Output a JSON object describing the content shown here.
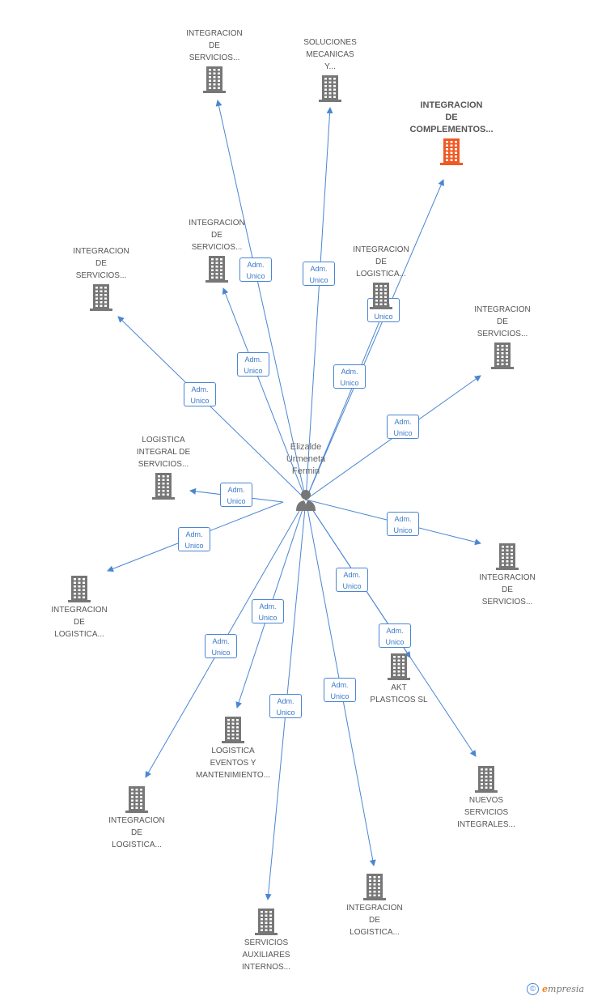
{
  "center": {
    "name_lines": [
      "Elizalde",
      "Urmeneta",
      "Fermin"
    ]
  },
  "colors": {
    "edge": "#4a86d2",
    "building": "#777777",
    "highlight": "#f05a23"
  },
  "nodes": [
    {
      "id": "n1",
      "lines": [
        "INTEGRACION",
        "DE",
        "SERVICIOS..."
      ],
      "highlight": false
    },
    {
      "id": "n2",
      "lines": [
        "SOLUCIONES",
        "MECANICAS",
        "Y..."
      ],
      "highlight": false
    },
    {
      "id": "n3",
      "lines": [
        "INTEGRACION",
        "DE",
        "COMPLEMENTOS..."
      ],
      "highlight": true
    },
    {
      "id": "n4",
      "lines": [
        "INTEGRACION",
        "DE",
        "SERVICIOS..."
      ],
      "highlight": false
    },
    {
      "id": "n5",
      "lines": [
        "INTEGRACION",
        "DE",
        "SERVICIOS..."
      ],
      "highlight": false
    },
    {
      "id": "n6",
      "lines": [
        "INTEGRACION",
        "DE",
        "LOGISTICA..."
      ],
      "highlight": false
    },
    {
      "id": "n7",
      "lines": [
        "INTEGRACION",
        "DE",
        "SERVICIOS..."
      ],
      "highlight": false
    },
    {
      "id": "n8",
      "lines": [
        "LOGISTICA",
        "INTEGRAL DE",
        "SERVICIOS..."
      ],
      "highlight": false
    },
    {
      "id": "n9",
      "lines": [
        "INTEGRACION",
        "DE",
        "SERVICIOS..."
      ],
      "highlight": false
    },
    {
      "id": "n10",
      "lines": [
        "INTEGRACION",
        "DE",
        "LOGISTICA..."
      ],
      "highlight": false
    },
    {
      "id": "n11",
      "lines": [
        "AKT",
        "PLASTICOS SL"
      ],
      "highlight": false
    },
    {
      "id": "n12",
      "lines": [
        "LOGISTICA",
        "EVENTOS Y",
        "MANTENIMIENTO..."
      ],
      "highlight": false
    },
    {
      "id": "n13",
      "lines": [
        "NUEVOS",
        "SERVICIOS",
        "INTEGRALES..."
      ],
      "highlight": false
    },
    {
      "id": "n14",
      "lines": [
        "INTEGRACION",
        "DE",
        "LOGISTICA..."
      ],
      "highlight": false
    },
    {
      "id": "n15",
      "lines": [
        "INTEGRACION",
        "DE",
        "LOGISTICA..."
      ],
      "highlight": false
    },
    {
      "id": "n16",
      "lines": [
        "SERVICIOS",
        "AUXILIARES",
        "INTERNOS..."
      ],
      "highlight": false
    }
  ],
  "edge_label_lines": [
    "Adm.",
    "Unico"
  ],
  "footer": {
    "copyright": "©",
    "brand_initial": "e",
    "brand_rest": "mpresia"
  }
}
